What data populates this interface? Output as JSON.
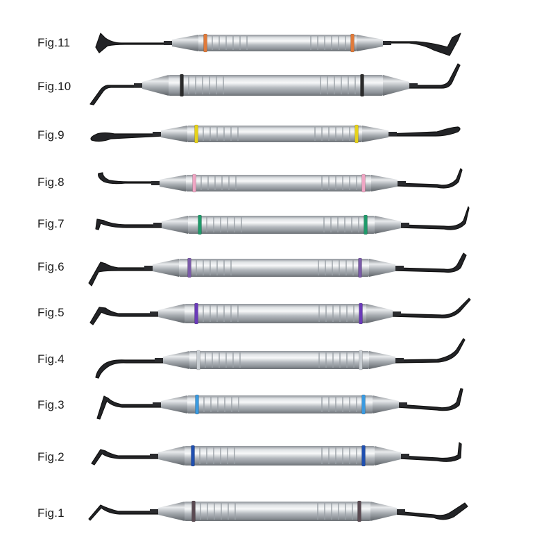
{
  "figures": [
    {
      "label": "Fig.11",
      "ring_color": "#e07a3a"
    },
    {
      "label": "Fig.10",
      "ring_color": "#2b2b2b"
    },
    {
      "label": "Fig.9",
      "ring_color": "#e6d21a"
    },
    {
      "label": "Fig.8",
      "ring_color": "#f0a6c4"
    },
    {
      "label": "Fig.7",
      "ring_color": "#1f9a6a"
    },
    {
      "label": "Fig.6",
      "ring_color": "#7a5aa8"
    },
    {
      "label": "Fig.5",
      "ring_color": "#6a3ab8"
    },
    {
      "label": "Fig.4",
      "ring_color": "#c9ced3"
    },
    {
      "label": "Fig.3",
      "ring_color": "#3a9ae0"
    },
    {
      "label": "Fig.2",
      "ring_color": "#1f4fb0"
    },
    {
      "label": "Fig.1",
      "ring_color": "#5a4a52"
    }
  ]
}
